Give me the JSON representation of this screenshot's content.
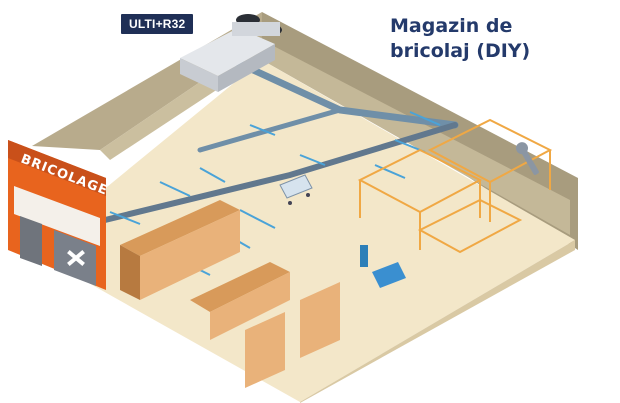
{
  "badge": {
    "label": "ULTI+R32"
  },
  "title": {
    "line1": "Magazin de",
    "line2": "bricolaj (DIY)"
  },
  "storefront": {
    "sign": "BRICOLAGE"
  },
  "colors": {
    "title": "#243a6b",
    "badge_bg": "#1f2f56",
    "wall": "#b8ab8c",
    "floor": "#f3e7c9",
    "storefront": "#e8641e",
    "duct": "#6f8fa8",
    "shelf": "#f0a844",
    "airflow": "#4aa3d8"
  },
  "icons": [
    "hvac-unit-icon",
    "wrench-icon",
    "tools-icon",
    "shopping-cart-icon",
    "shelf-icon"
  ]
}
